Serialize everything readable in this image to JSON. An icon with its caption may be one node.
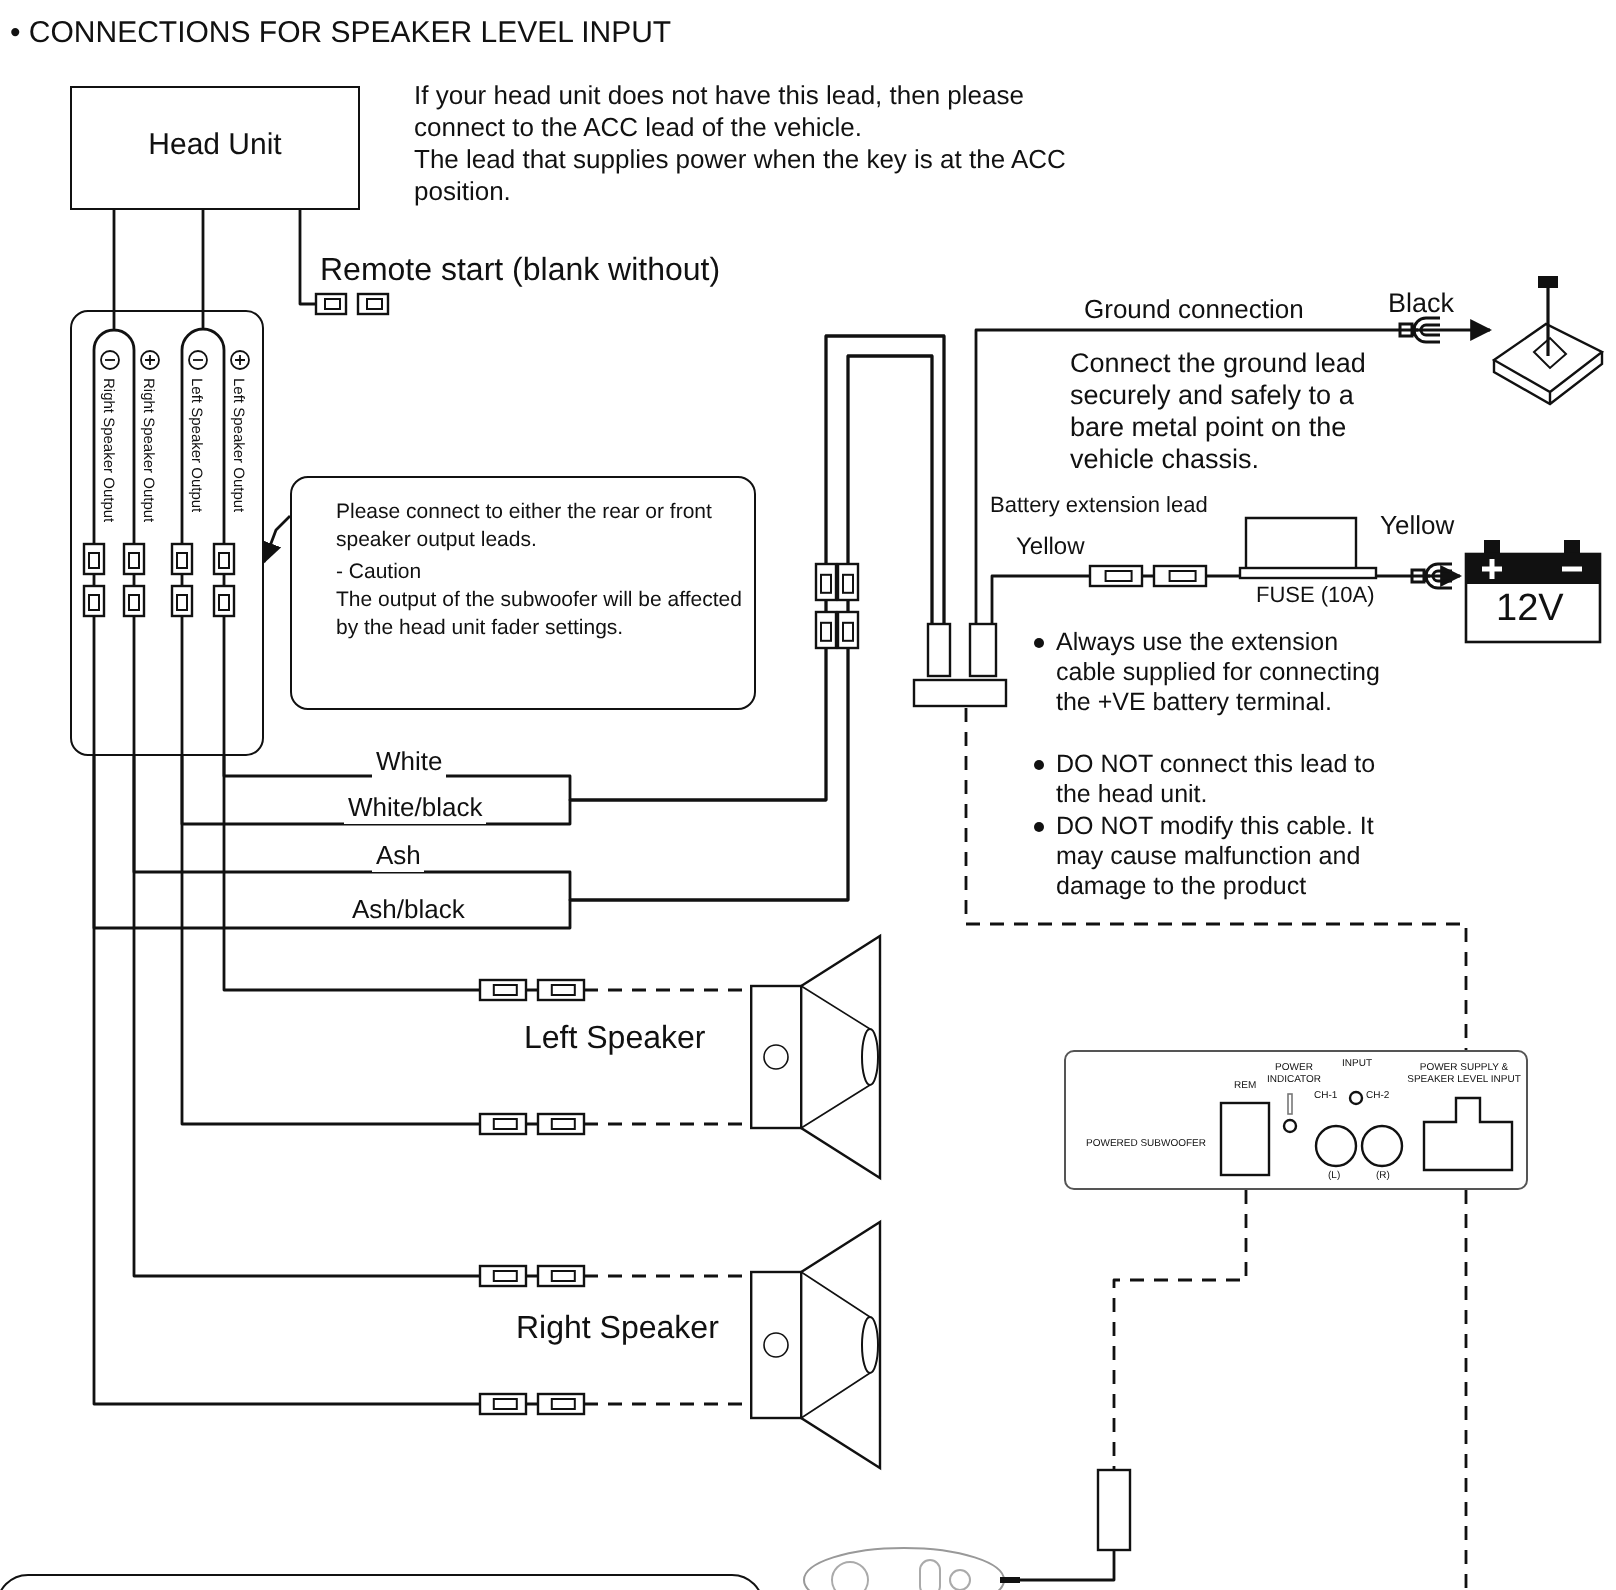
{
  "diagram": {
    "title": "• CONNECTIONS FOR SPEAKER LEVEL INPUT",
    "nodes": [
      {
        "text": [
          "Head Unit"
        ]
      },
      {
        "text": [
          "Remote start (blank without)"
        ]
      },
      {
        "text": [
          "Right Speaker Output",
          "Right Speaker Output",
          "Left Speaker Output",
          "Left Speaker Output"
        ]
      },
      {
        "text": [],
        "shape": "picture"
      },
      {
        "text": [
          "Please connect to either the rear or front speaker output leads.",
          "- Caution",
          "The output of the subwoofer will be affected by the head unit fader settings."
        ]
      },
      {
        "text": [
          "FUSE (10A)"
        ]
      },
      {
        "text": [
          "12V"
        ]
      },
      {
        "text": [],
        "shape": "box"
      },
      {
        "text": [],
        "shape": "picture",
        "beside": [
          "Left Speaker"
        ]
      },
      {
        "text": [
          "POWERED SUBWOOFER",
          "REM",
          "POWER INDICATOR",
          "INPUT",
          "CH-1",
          "CH-2",
          "(L)",
          "(R)",
          "POWER SUPPLY & SPEAKER LEVEL INPUT"
        ]
      },
      {
        "text": [],
        "shape": "picture",
        "beside": [
          "Right Speaker"
        ]
      },
      {
        "text": [],
        "shape": "picture"
      },
      {
        "text": [],
        "shape": "box"
      }
    ],
    "edges": [
      {
        "from": 0,
        "to": 2,
        "arrow": "none"
      },
      {
        "from": 0,
        "to": 2,
        "arrow": "none"
      },
      {
        "from": 0,
        "to": 1,
        "arrow": "none"
      },
      {
        "from": 4,
        "to": 2,
        "arrow": "to"
      },
      {
        "from": 2,
        "to": 7,
        "arrow": "none",
        "label": "White"
      },
      {
        "from": 2,
        "to": 7,
        "arrow": "none",
        "label": "White/black"
      },
      {
        "from": 2,
        "to": 7,
        "arrow": "none",
        "label": "Ash"
      },
      {
        "from": 2,
        "to": 7,
        "arrow": "none",
        "label": "Ash/black"
      },
      {
        "from": 7,
        "to": 3,
        "arrow": "to",
        "label": "Ground connection"
      },
      {
        "from": 7,
        "to": 5,
        "arrow": "none"
      },
      {
        "from": 5,
        "to": 6,
        "arrow": "to"
      },
      {
        "from": 2,
        "to": 8,
        "arrow": "none",
        "style": "dashed"
      },
      {
        "from": 2,
        "to": 8,
        "arrow": "none",
        "style": "dashed"
      },
      {
        "from": 2,
        "to": 10,
        "arrow": "none",
        "style": "dashed"
      },
      {
        "from": 2,
        "to": 10,
        "arrow": "none",
        "style": "dashed"
      },
      {
        "from": 7,
        "to": 9,
        "arrow": "none",
        "style": "dashed"
      },
      {
        "from": 9,
        "to": 11,
        "arrow": "none",
        "style": "dashed"
      },
      {
        "from": 9,
        "to": null,
        "arrow": "none",
        "style": "dashed"
      }
    ],
    "labels": [
      "If your head unit does not have this lead, then please connect to the ACC lead of the vehicle.",
      "The lead that supplies power when the key is at the ACC position.",
      "Black",
      "Connect the ground lead securely and safely to a bare metal point on the vehicle chassis.",
      "Battery extension lead",
      "Yellow",
      "Yellow",
      "Always use the extension cable supplied for connecting the +VE battery terminal.",
      "DO NOT connect this lead to the head unit.",
      "DO NOT modify this cable. It may cause malfunction and damage to the product"
    ]
  }
}
